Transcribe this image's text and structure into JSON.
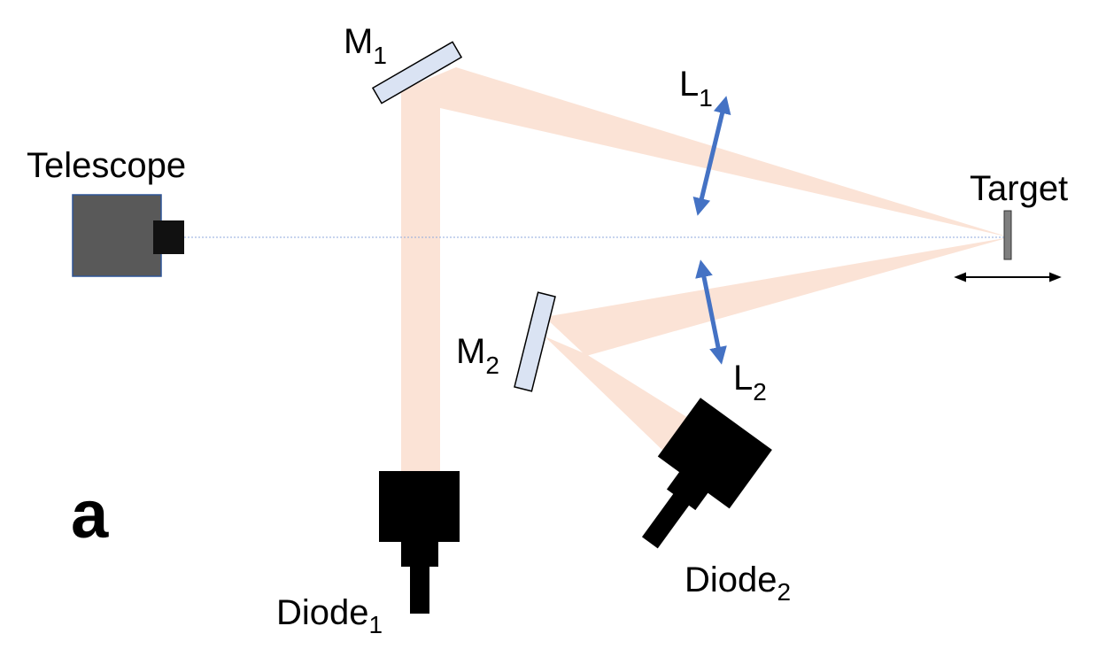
{
  "labels": {
    "panel": "a",
    "telescope": "Telescope",
    "target": "Target",
    "mirror1": {
      "base": "M",
      "sub": "1"
    },
    "mirror2": {
      "base": "M",
      "sub": "2"
    },
    "lens1": {
      "base": "L",
      "sub": "1"
    },
    "lens2": {
      "base": "L",
      "sub": "2"
    },
    "diode1": {
      "base": "Diode",
      "sub": "1"
    },
    "diode2": {
      "base": "Diode",
      "sub": "2"
    }
  },
  "colors": {
    "beam": "#fbe3d6",
    "mirror_fill": "#dae3f3",
    "lens": "#4472c4",
    "telescope_body": "#595959",
    "telescope_border": "#2f5597",
    "optical_axis": "#8faadc",
    "target": "#7f7f7f",
    "diode": "#000000"
  }
}
